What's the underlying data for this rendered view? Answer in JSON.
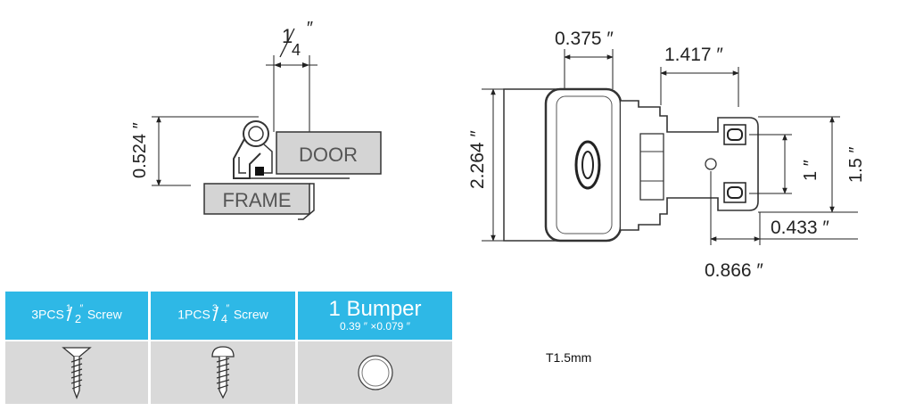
{
  "side_view": {
    "dim_top": "1/4 ″",
    "dim_top_num": "1",
    "dim_top_den": "4",
    "dim_top_unit": "″",
    "dim_height": "0.524 ″",
    "door_label": "DOOR",
    "frame_label": "FRAME"
  },
  "top_view": {
    "dim_width_left": "0.375 ″",
    "dim_width_right": "1.417 ″",
    "dim_height": "2.264 ″",
    "dim_hole_spacing": "1 ″",
    "dim_plate_height": "1.5 ″",
    "dim_offset_small": "0.433 ″",
    "dim_offset_large": "0.866 ″"
  },
  "parts": [
    {
      "qty_text": "3PCS",
      "fraction": "1/2″",
      "frac_num": "1",
      "frac_den": "2",
      "frac_unit": "″",
      "name": "Screw",
      "icon": "flat-head-screw-icon"
    },
    {
      "qty_text": "1PCS",
      "fraction": "3/4″",
      "frac_num": "3",
      "frac_den": "4",
      "frac_unit": "″",
      "name": "Screw",
      "icon": "round-head-screw-icon"
    },
    {
      "title": "1 Bumper",
      "spec": "0.39 ″ ×0.079 ″",
      "icon": "bumper-icon"
    }
  ],
  "thickness_label": "T1.5mm",
  "colors": {
    "header_blue": "#2eb8e6",
    "cell_gray": "#d9d9d9",
    "label_box_gray": "#d4d4d4"
  }
}
